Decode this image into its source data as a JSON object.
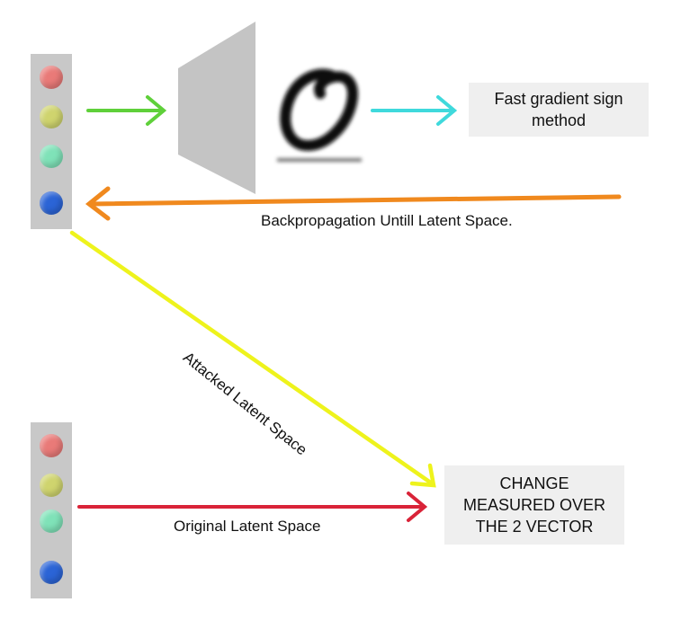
{
  "latent_top": {
    "dots": [
      {
        "name": "red-dot",
        "color": "#e97a78"
      },
      {
        "name": "yellow-dot",
        "color": "#cfd46e"
      },
      {
        "name": "green-dot",
        "color": "#7fe2b8"
      },
      {
        "name": "blue-dot",
        "color": "#2b64d6"
      }
    ]
  },
  "latent_bottom": {
    "dots": [
      {
        "name": "red-dot",
        "color": "#e97a78"
      },
      {
        "name": "yellow-dot",
        "color": "#cfd46e"
      },
      {
        "name": "green-dot",
        "color": "#7fe2b8"
      },
      {
        "name": "blue-dot",
        "color": "#2b64d6"
      }
    ]
  },
  "boxes": {
    "fgsm_text": "Fast gradient sign method",
    "change_text": "CHANGE MEASURED OVER THE 2 VECTOR"
  },
  "labels": {
    "backprop": "Backpropagation Untill Latent Space.",
    "attacked": "Attacked Latent Space",
    "original": "Original Latent Space"
  },
  "colors": {
    "green_arrow": "#5fd03a",
    "cyan_arrow": "#3fd9dc",
    "orange_arrow": "#f0891e",
    "yellow_arrow": "#eef31c",
    "red_arrow": "#d92338",
    "decoder": "#c4c4c4"
  }
}
